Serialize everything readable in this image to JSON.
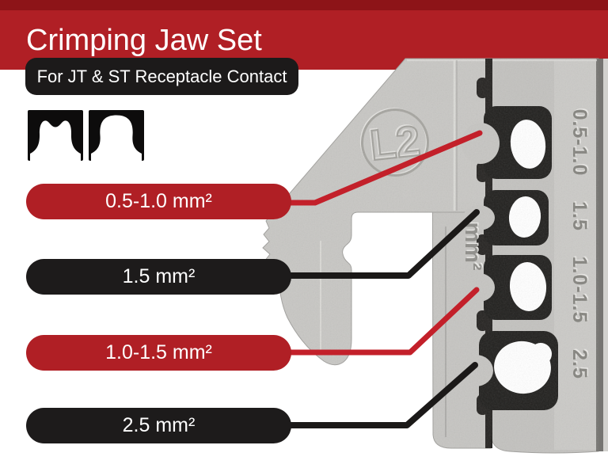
{
  "header": {
    "top_strip_color": "#8d1418",
    "bar_color": "#b01f25",
    "title": "Crimping Jaw Set",
    "title_color": "#ffffff"
  },
  "subtitle_pill": {
    "text": "For JT & ST Receptacle Contact",
    "background": "#1c1a1a",
    "text_color": "#ffffff"
  },
  "crimp_profile_icons": [
    {
      "name": "open-barrel-crimp-profile"
    },
    {
      "name": "closed-barrel-crimp-profile"
    }
  ],
  "callouts": [
    {
      "label": "0.5-1.0 mm²",
      "pill_color": "#b01f25",
      "line_color": "#c3202a"
    },
    {
      "label": "1.5 mm²",
      "pill_color": "#1d1b1b",
      "line_color": "#1b1918"
    },
    {
      "label": "1.0-1.5 mm²",
      "pill_color": "#b01f25",
      "line_color": "#c3202a"
    },
    {
      "label": "2.5 mm²",
      "pill_color": "#1d1b1b",
      "line_color": "#1b1918"
    }
  ],
  "jaw": {
    "stamp": "L2",
    "unit_stamp": "mm²",
    "size_markings": [
      "0.5-1.0",
      "1.5",
      "1.0-1.5",
      "2.5"
    ],
    "metal_color": "#c6c5c2",
    "slot_color": "#21201e"
  }
}
